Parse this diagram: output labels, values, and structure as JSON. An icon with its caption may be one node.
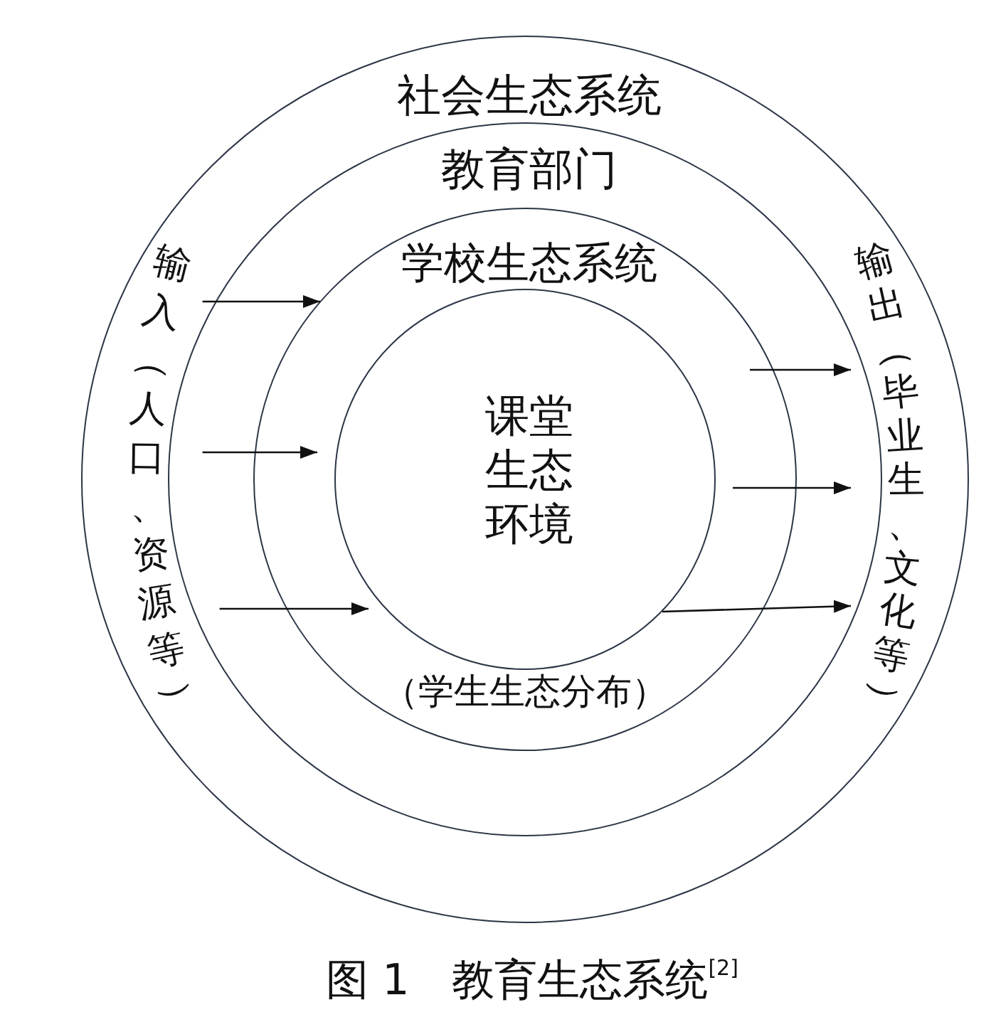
{
  "diagram": {
    "caption": "图 1　教育生态系统$^{[2]}$",
    "nodes": [
      {
        "text": [
          "社会生态系统"
        ]
      },
      {
        "text": [
          "教育部门"
        ],
        "in": 0
      },
      {
        "text": [
          "学校生态系统",
          "（学生生态分布）"
        ],
        "in": 1
      },
      {
        "text": [
          "课堂生态环境"
        ],
        "in": 2
      },
      {
        "text": [
          "输入（人口、资源等）"
        ],
        "in": 0
      },
      {
        "text": [
          "输出（毕业生、文化等）"
        ],
        "in": 0
      }
    ],
    "edges": [
      {
        "from": 4,
        "to": 3,
        "arrow": "to"
      },
      {
        "from": 4,
        "to": 3,
        "arrow": "to"
      },
      {
        "from": 4,
        "to": 3,
        "arrow": "to"
      },
      {
        "from": null,
        "to": 5,
        "arrow": "to"
      },
      {
        "from": 3,
        "to": 5,
        "arrow": "to"
      },
      {
        "from": 3,
        "to": 5,
        "arrow": "to"
      }
    ]
  }
}
